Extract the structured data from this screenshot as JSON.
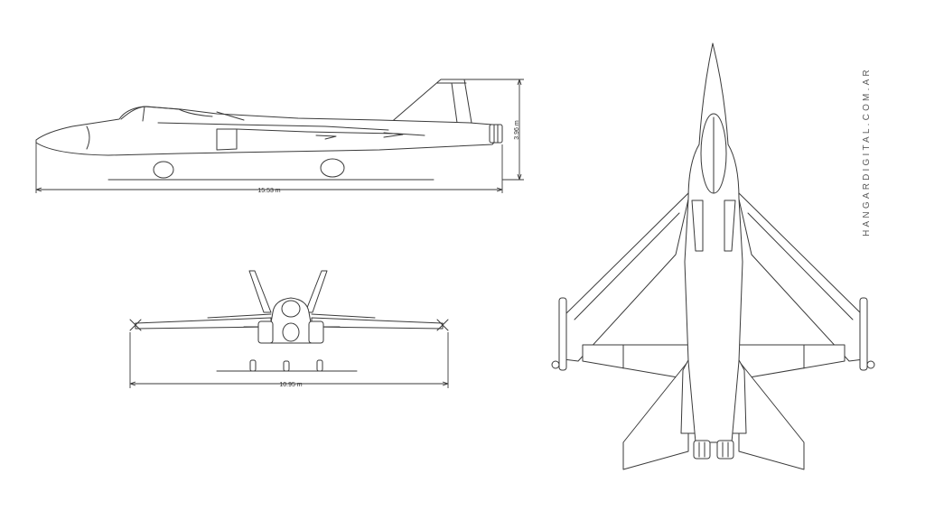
{
  "watermark": "HANGARDIGITAL.COM.AR",
  "dimensions": {
    "length": "15.53 m",
    "height": "3.96 m",
    "span": "10.95 m"
  }
}
